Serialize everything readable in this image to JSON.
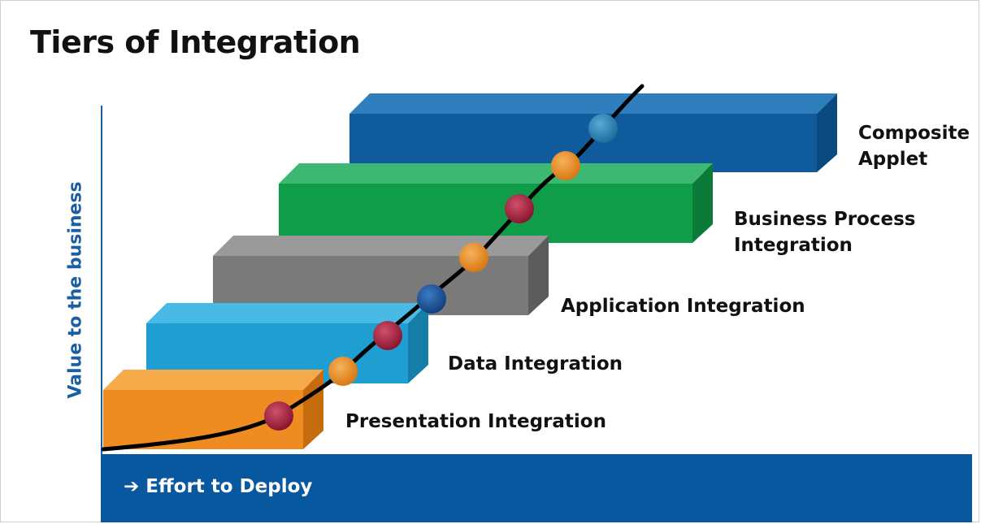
{
  "title": "Tiers of Integration",
  "y_axis_label": "Value to the business",
  "x_axis_label": "Effort to Deploy",
  "x_axis_arrow_icon": "right-arrow-icon",
  "colors": {
    "axis_blue": "#1b5fa3",
    "bottom_bar": "#07589f",
    "curve": "#000000"
  },
  "tiers": [
    {
      "label": "Presentation Integration",
      "colors": {
        "front": "#ee8c22",
        "top": "#f7aa4a",
        "side": "#c46c0e"
      }
    },
    {
      "label": "Data Integration",
      "colors": {
        "front": "#1f9fd1",
        "top": "#49b9e6",
        "side": "#157ea8"
      }
    },
    {
      "label": "Application Integration",
      "colors": {
        "front": "#7a7a7a",
        "top": "#9a9a9a",
        "side": "#5c5c5c"
      }
    },
    {
      "label": "Business Process Integration",
      "label_lines": [
        "Business Process",
        "Integration"
      ],
      "colors": {
        "front": "#109d4a",
        "top": "#3db873",
        "side": "#0c7a39"
      }
    },
    {
      "label": "Composite Applet",
      "label_lines": [
        "Composite",
        "Applet"
      ],
      "colors": {
        "front": "#0f5b9b",
        "top": "#2f7fbf",
        "side": "#0a4a80"
      }
    }
  ],
  "dot_colors": {
    "red": "#a8203c",
    "orange": "#e98c25",
    "navy": "#1b57a0",
    "light_blue": "#2f88bd"
  }
}
